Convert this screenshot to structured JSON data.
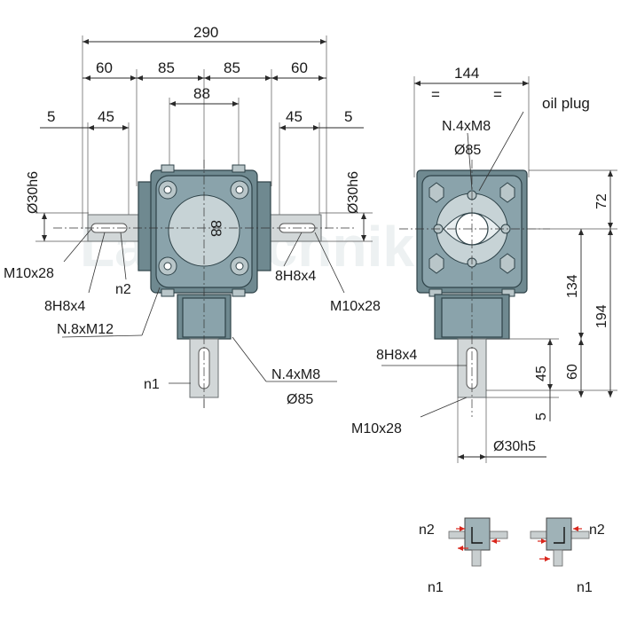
{
  "front_view": {
    "dim_total": "290",
    "dim_left_60": "60",
    "dim_left_85": "85",
    "dim_right_85": "85",
    "dim_right_60": "60",
    "dim_88_top": "88",
    "dim_left_5": "5",
    "dim_left_45": "45",
    "dim_right_45": "45",
    "dim_right_5": "5",
    "dia_left_shaft": "Ø30h6",
    "dia_right_shaft": "Ø30h6",
    "dim_88_vertical": "88",
    "label_m10x28_left": "M10x28",
    "label_8h8x4_left": "8H8x4",
    "label_n2": "n2",
    "label_n8xm12": "N.8xM12",
    "label_8h8x4_right": "8H8x4",
    "label_m10x28_right": "M10x28",
    "label_n4xm8": "N.4xM8",
    "label_d85": "Ø85",
    "label_n1": "n1"
  },
  "side_view": {
    "dim_144": "144",
    "eq_left": "=",
    "eq_right": "=",
    "label_oil_plug": "oil plug",
    "label_n4xm8": "N.4xM8",
    "label_d85": "Ø85",
    "dim_72": "72",
    "dim_134": "134",
    "dim_194": "194",
    "label_8h8x4": "8H8x4",
    "dim_45": "45",
    "dim_60": "60",
    "dim_5": "5",
    "label_m10x28": "M10x28",
    "dia_shaft": "Ø30h5"
  },
  "rotation_icons": {
    "icon1_n2": "n2",
    "icon1_n1": "n1",
    "icon2_n2": "n2",
    "icon2_n1": "n1"
  },
  "watermark": "Landtechnik"
}
